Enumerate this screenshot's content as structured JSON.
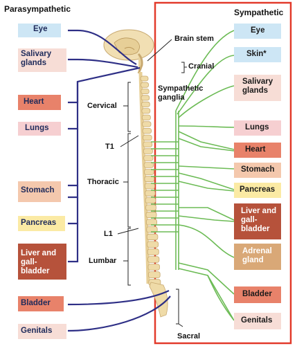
{
  "headers": {
    "left": "Parasympathetic",
    "right": "Sympathetic"
  },
  "para_organs": [
    "Eye",
    "Salivary glands",
    "Heart",
    "Lungs",
    "Stomach",
    "Pancreas",
    "Liver and gall-bladder",
    "Bladder",
    "Genitals"
  ],
  "symp_organs": [
    "Eye",
    "Skin*",
    "Salivary glands",
    "Lungs",
    "Heart",
    "Stomach",
    "Pancreas",
    "Liver and gall-bladder",
    "Adrenal gland",
    "Bladder",
    "Genitals"
  ],
  "spine_labels": {
    "brain_stem": "Brain stem",
    "cranial": "Cranial",
    "sympathetic_ganglia": "Sympathetic ganglia",
    "cervical": "Cervical",
    "t1": "T1",
    "thoracic": "Thoracic",
    "l1": "L1",
    "lumbar": "Lumbar",
    "sacral": "Sacral"
  },
  "colors": {
    "para_nerve": "#2e2f86",
    "symp_nerve": "#6cbb55",
    "highlight_frame": "#e23a2b",
    "spine": "#efdba8",
    "box_blue": "#cde6f5",
    "box_pink": "#f7ddd6",
    "box_red": "#e8826a",
    "box_dark_red": "#b6523b",
    "box_yellow": "#fbeaa4",
    "box_peach": "#f4c8ad",
    "box_tan": "#d9a877",
    "box_light_pink": "#f6cfd1"
  }
}
